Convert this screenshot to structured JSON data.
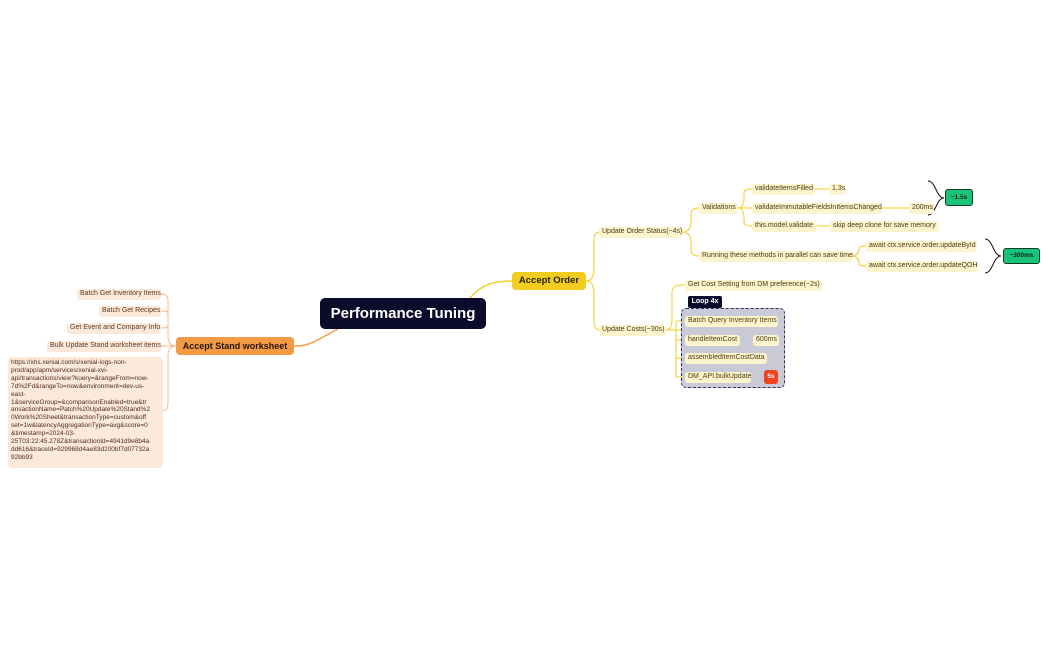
{
  "colors": {
    "root_bg": "#0d0b2b",
    "orange_branch": "#f49a45",
    "orange_leaf": "#fde9da",
    "yellow_branch": "#f2cc1e",
    "yellow_leaf": "#fdf4cd",
    "loop_bg": "#c9cad6",
    "badge_red": "#f0431c",
    "badge_green": "#19c47a"
  },
  "root": {
    "label": "Performance Tuning"
  },
  "accept_stand": {
    "label": "Accept Stand worksheet",
    "items": [
      "Batch Get Inventory Items",
      "Batch Get Recipes",
      "Get Event and Company Info",
      "Bulk Update Stand worksheet items"
    ],
    "url": "https://xhs.xenial.com/s/xenial-logs-non-\nprod/app/apm/services/xenial-xvi-\napi/transactions/view?kuery=&rangeFrom=now-\n7d%2Fd&rangeTo=now&environment=dev-us-\neast-\n1&serviceGroup=&comparisonEnabled=true&tr\nansactionName=Patch%20Update%20Stand%2\n0Work%20Sheet&transactionType=custom&off\nset=1w&latencyAggregationType=avg&score=0\n&timestamp=2024-03-\n25T03:22:45.278Z&transactionId=4941d9e8b4a\ndd616&traceId=929968d4ae83d200bf7d07732a\n92bb93"
  },
  "accept_order": {
    "label": "Accept Order",
    "update_status": {
      "label": "Update Order Status(~4s)",
      "validations": {
        "label": "Validations",
        "filled": {
          "label": "validateItemsFilled",
          "time": "1.3s"
        },
        "immutable": {
          "label": "validateImmutableFieldsInItemsChanged",
          "time": "200ms"
        },
        "model": {
          "label": "this.model.validate",
          "note": "skip deep clone for save memory"
        },
        "badge": "~1.5s"
      },
      "parallel": {
        "label": "Running these methods in parallel can save time",
        "by_id": "await ctx.service.order.updateById",
        "qoh": "await ctx.service.order.updateQOH",
        "badge": "~300ms"
      }
    },
    "update_costs": {
      "label": "Update Costs(~30s)",
      "cost_setting": "Get Cost Setting from DM preference(~2s)",
      "loop": {
        "tag": "Loop 4x",
        "batch": "Batch Query Inventory Items",
        "handle": {
          "label": "handleItemCost",
          "time": "600ms"
        },
        "assembled": "assembledItemCostData",
        "bulk": {
          "label": "DM_API.bulkUpdate",
          "badge": "5s"
        }
      }
    }
  }
}
